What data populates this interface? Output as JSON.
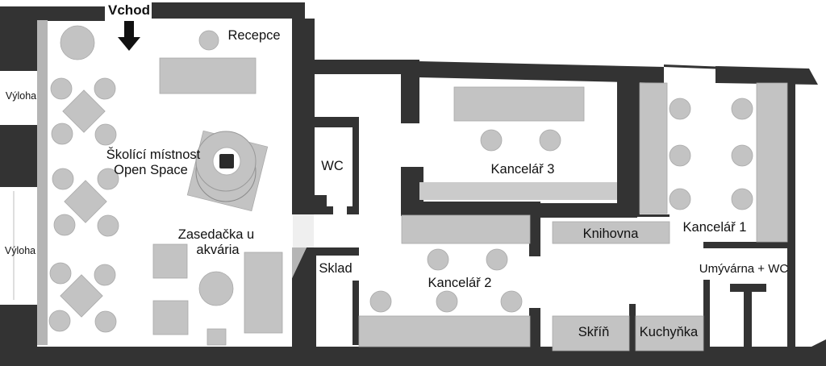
{
  "plan": {
    "entrance_label": "Vchod",
    "rooms": {
      "reception": "Recepce",
      "training": {
        "line1": "Školící místnost",
        "line2": "Open Space"
      },
      "meeting": {
        "line1": "Zasedačka u",
        "line2": "akvária"
      },
      "wc": "WC",
      "storage": "Sklad",
      "office3": "Kancelář 3",
      "office2": "Kancelář 2",
      "library": "Knihovna",
      "office1": "Kancelář 1",
      "washroom": "Umývárna + WC",
      "closet": "Skříň",
      "kitchenette": "Kuchyňka"
    },
    "windows": {
      "top": "Výloha",
      "bottom": "Výloha"
    },
    "colors": {
      "wall": "#333333",
      "furniture": "#c3c3c3",
      "wall_strip": "#b5b5b5",
      "shelf_band": "#cbcbcb",
      "text": "#111111",
      "background": "#ffffff"
    }
  }
}
